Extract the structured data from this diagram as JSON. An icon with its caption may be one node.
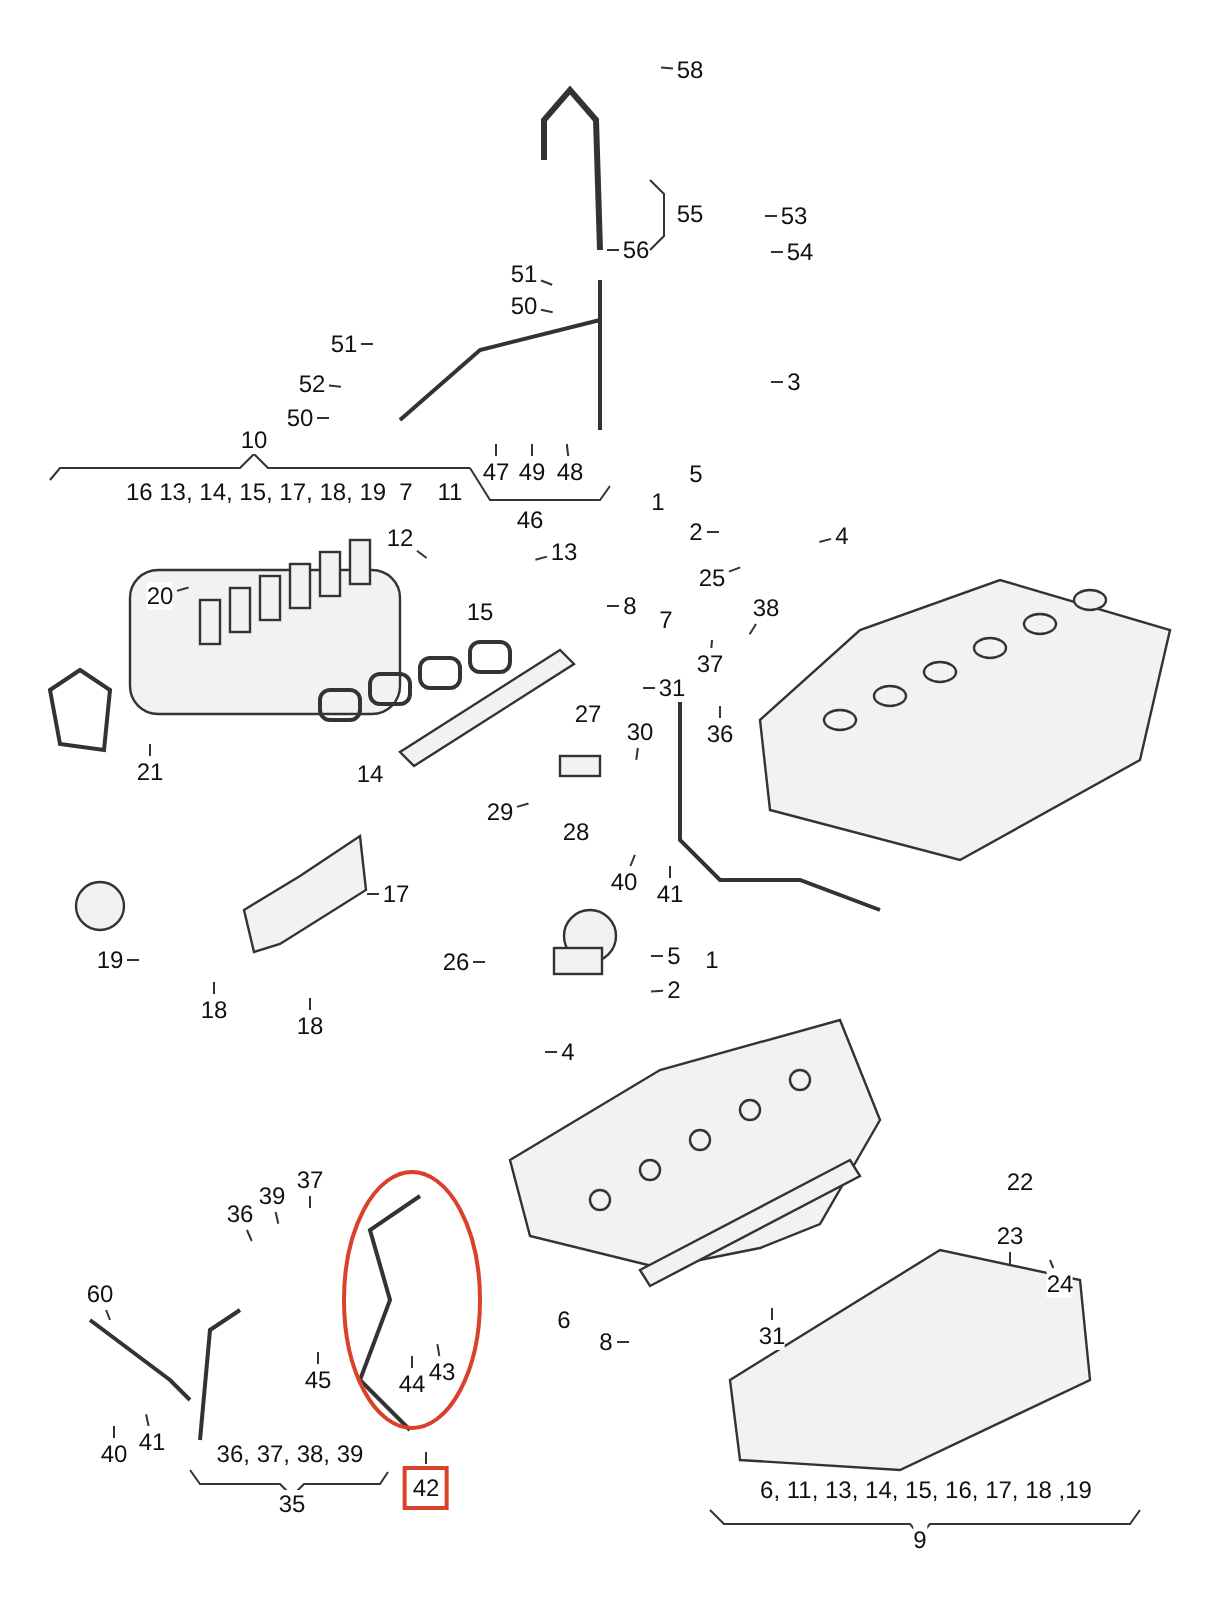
{
  "diagram": {
    "nodes": [
      {
        "text": [
          "58"
        ]
      },
      {
        "text": [
          "55"
        ]
      },
      {
        "text": [
          "53"
        ]
      },
      {
        "text": [
          "56"
        ]
      },
      {
        "text": [
          "54"
        ]
      },
      {
        "text": [
          "51"
        ]
      },
      {
        "text": [
          "50"
        ]
      },
      {
        "text": [
          "3"
        ]
      },
      {
        "text": [
          "51"
        ]
      },
      {
        "text": [
          "52"
        ]
      },
      {
        "text": [
          "50"
        ]
      },
      {
        "text": [
          "47"
        ]
      },
      {
        "text": [
          "49"
        ]
      },
      {
        "text": [
          "48"
        ]
      },
      {
        "text": [
          "10"
        ]
      },
      {
        "text": [
          "16 13, 14, 15, 17, 18, 19"
        ]
      },
      {
        "text": [
          "7"
        ]
      },
      {
        "text": [
          "11"
        ]
      },
      {
        "text": [
          "46"
        ]
      },
      {
        "text": [
          "5"
        ]
      },
      {
        "text": [
          "1"
        ]
      },
      {
        "text": [
          "2"
        ]
      },
      {
        "text": [
          "4"
        ]
      },
      {
        "text": [
          "12"
        ]
      },
      {
        "text": [
          "13"
        ]
      },
      {
        "text": [
          "25"
        ]
      },
      {
        "text": [
          "20"
        ]
      },
      {
        "text": [
          "15"
        ]
      },
      {
        "text": [
          "8"
        ]
      },
      {
        "text": [
          "38"
        ]
      },
      {
        "text": [
          "7"
        ]
      },
      {
        "text": [
          "37"
        ]
      },
      {
        "text": [
          "27"
        ]
      },
      {
        "text": [
          "31"
        ]
      },
      {
        "text": [
          "36"
        ]
      },
      {
        "text": [
          "30"
        ]
      },
      {
        "text": [
          "21"
        ]
      },
      {
        "text": [
          "14"
        ]
      },
      {
        "text": [
          "29"
        ]
      },
      {
        "text": [
          "28"
        ]
      },
      {
        "text": [
          "40"
        ]
      },
      {
        "text": [
          "41"
        ]
      },
      {
        "text": [
          "17"
        ]
      },
      {
        "text": [
          "19"
        ]
      },
      {
        "text": [
          "1"
        ]
      },
      {
        "text": [
          "26"
        ]
      },
      {
        "text": [
          "5"
        ]
      },
      {
        "text": [
          "2"
        ]
      },
      {
        "text": [
          "18"
        ]
      },
      {
        "text": [
          "18"
        ]
      },
      {
        "text": [
          "4"
        ]
      },
      {
        "text": [
          "22"
        ]
      },
      {
        "text": [
          "36"
        ]
      },
      {
        "text": [
          "39"
        ]
      },
      {
        "text": [
          "37"
        ]
      },
      {
        "text": [
          "23"
        ]
      },
      {
        "text": [
          "24"
        ]
      },
      {
        "text": [
          "60"
        ]
      },
      {
        "text": [
          "31"
        ]
      },
      {
        "text": [
          "6"
        ]
      },
      {
        "text": [
          "45"
        ]
      },
      {
        "text": [
          "44"
        ]
      },
      {
        "text": [
          "43"
        ]
      },
      {
        "text": [
          "8"
        ]
      },
      {
        "text": [
          "40"
        ]
      },
      {
        "text": [
          "41"
        ]
      },
      {
        "text": [
          "36, 37, 38, 39"
        ]
      },
      {
        "text": [
          "6, 11, 13, 14, 15, 16, 17, 18 ,19"
        ]
      },
      {
        "text": [
          "35"
        ]
      },
      {
        "text": [
          "42"
        ]
      },
      {
        "text": [
          "9"
        ]
      }
    ],
    "edges": [
      {
        "from": 0,
        "to": null,
        "arrow": "none"
      },
      {
        "from": 2,
        "to": null,
        "arrow": "none"
      },
      {
        "from": 3,
        "to": null,
        "arrow": "none"
      },
      {
        "from": 4,
        "to": null,
        "arrow": "none"
      },
      {
        "from": 5,
        "to": null,
        "arrow": "none"
      },
      {
        "from": 6,
        "to": null,
        "arrow": "none"
      },
      {
        "from": 7,
        "to": null,
        "arrow": "none"
      },
      {
        "from": 8,
        "to": null,
        "arrow": "none"
      },
      {
        "from": 9,
        "to": null,
        "arrow": "none"
      },
      {
        "from": 10,
        "to": null,
        "arrow": "none"
      },
      {
        "from": 11,
        "to": null,
        "arrow": "none"
      },
      {
        "from": 12,
        "to": null,
        "arrow": "none"
      },
      {
        "from": 13,
        "to": null,
        "arrow": "none"
      },
      {
        "from": 21,
        "to": null,
        "arrow": "none"
      },
      {
        "from": 22,
        "to": null,
        "arrow": "none"
      },
      {
        "from": 23,
        "to": null,
        "arrow": "none"
      },
      {
        "from": 24,
        "to": null,
        "arrow": "none"
      },
      {
        "from": 25,
        "to": null,
        "arrow": "none"
      },
      {
        "from": 26,
        "to": null,
        "arrow": "none"
      },
      {
        "from": 28,
        "to": null,
        "arrow": "none"
      },
      {
        "from": 29,
        "to": null,
        "arrow": "none"
      },
      {
        "from": 31,
        "to": null,
        "arrow": "none"
      },
      {
        "from": 33,
        "to": null,
        "arrow": "none"
      },
      {
        "from": 34,
        "to": null,
        "arrow": "none"
      },
      {
        "from": 35,
        "to": null,
        "arrow": "none"
      },
      {
        "from": 36,
        "to": null,
        "arrow": "none"
      },
      {
        "from": 38,
        "to": null,
        "arrow": "none"
      },
      {
        "from": 40,
        "to": null,
        "arrow": "none"
      },
      {
        "from": 41,
        "to": null,
        "arrow": "none"
      },
      {
        "from": 42,
        "to": null,
        "arrow": "none"
      },
      {
        "from": 43,
        "to": null,
        "arrow": "none"
      },
      {
        "from": 45,
        "to": null,
        "arrow": "none"
      },
      {
        "from": 46,
        "to": null,
        "arrow": "none"
      },
      {
        "from": 47,
        "to": null,
        "arrow": "none"
      },
      {
        "from": 48,
        "to": null,
        "arrow": "none"
      },
      {
        "from": 49,
        "to": null,
        "arrow": "none"
      },
      {
        "from": 50,
        "to": null,
        "arrow": "none"
      },
      {
        "from": 52,
        "to": null,
        "arrow": "none"
      },
      {
        "from": 53,
        "to": null,
        "arrow": "none"
      },
      {
        "from": 54,
        "to": null,
        "arrow": "none"
      },
      {
        "from": 55,
        "to": null,
        "arrow": "none"
      },
      {
        "from": 56,
        "to": null,
        "arrow": "none"
      },
      {
        "from": 57,
        "to": null,
        "arrow": "none"
      },
      {
        "from": 58,
        "to": null,
        "arrow": "none"
      },
      {
        "from": 60,
        "to": null,
        "arrow": "none"
      },
      {
        "from": 61,
        "to": null,
        "arrow": "none"
      },
      {
        "from": 62,
        "to": null,
        "arrow": "none"
      },
      {
        "from": 63,
        "to": null,
        "arrow": "none"
      },
      {
        "from": 64,
        "to": null,
        "arrow": "none"
      },
      {
        "from": 65,
        "to": null,
        "arrow": "none"
      },
      {
        "from": 69,
        "to": null,
        "arrow": "none"
      }
    ]
  }
}
